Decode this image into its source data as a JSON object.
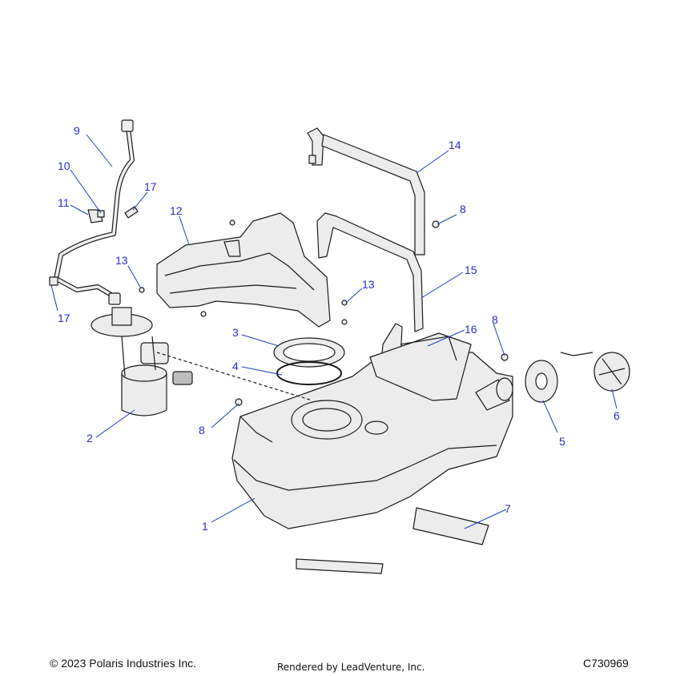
{
  "callouts": {
    "c1": "1",
    "c2": "2",
    "c3": "3",
    "c4": "4",
    "c5": "5",
    "c6": "6",
    "c7": "7",
    "c8a": "8",
    "c8b": "8",
    "c8c": "8",
    "c9": "9",
    "c10": "10",
    "c11": "11",
    "c12": "12",
    "c13a": "13",
    "c13b": "13",
    "c14": "14",
    "c15": "15",
    "c16": "16",
    "c17a": "17",
    "c17b": "17"
  },
  "footer": {
    "copyright": "© 2023 Polaris Industries Inc.",
    "rendered_by": "Rendered by LeadVenture, Inc.",
    "diagram_id": "C730969"
  },
  "colors": {
    "callout": "#2a2ad0",
    "leader": "#1f3fbf",
    "part_fill": "#ececec",
    "outline": "#1a1a1a"
  }
}
